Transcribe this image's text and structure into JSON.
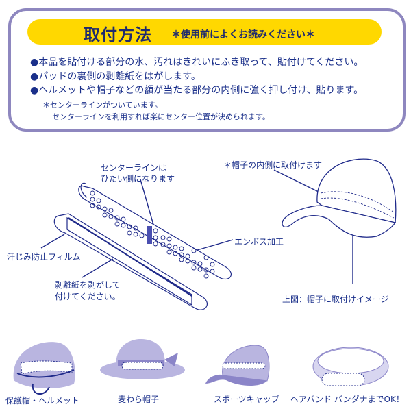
{
  "header": {
    "title": "取付方法",
    "subtitle": "＊使用前によくお読みください＊"
  },
  "instructions": {
    "bullets": [
      "●本品を貼付ける部分の水、汚れはきれいにふき取って、貼付けてください。",
      "●パッドの裏側の剥離紙をはがします。",
      "●ヘルメットや帽子などの額が当たる部分の内側に強く押し付け、貼ります。"
    ],
    "notes": [
      "＊センターラインがついています。",
      "センターラインを利用すれば楽にセンター位置が決められます。"
    ]
  },
  "diagram": {
    "labels": {
      "center_line_1": "センターラインは",
      "center_line_2": "ひたい側になります",
      "sweat_film": "汗じみ防止フィルム",
      "peel_1": "剥離紙を剥がして",
      "peel_2": "付けてください。",
      "emboss": "エンボス加工",
      "cap_inside": "＊帽子の内側に取付けます",
      "cap_image": "上図：帽子に取付けイメージ"
    }
  },
  "examples": [
    {
      "label": "保護帽・ヘルメット",
      "icon": "helmet-icon"
    },
    {
      "label": "麦わら帽子",
      "icon": "straw-hat-icon"
    },
    {
      "label": "スポーツキャップ",
      "icon": "sports-cap-icon"
    },
    {
      "label": "ヘアバンド バンダナまでOK！",
      "icon": "hairband-icon"
    }
  ],
  "colors": {
    "frame": "#8e87bf",
    "banner": "#ffd800",
    "text": "#1a2f8a",
    "illustration_fill": "#b9b5e0",
    "line": "#1f2a8a"
  }
}
